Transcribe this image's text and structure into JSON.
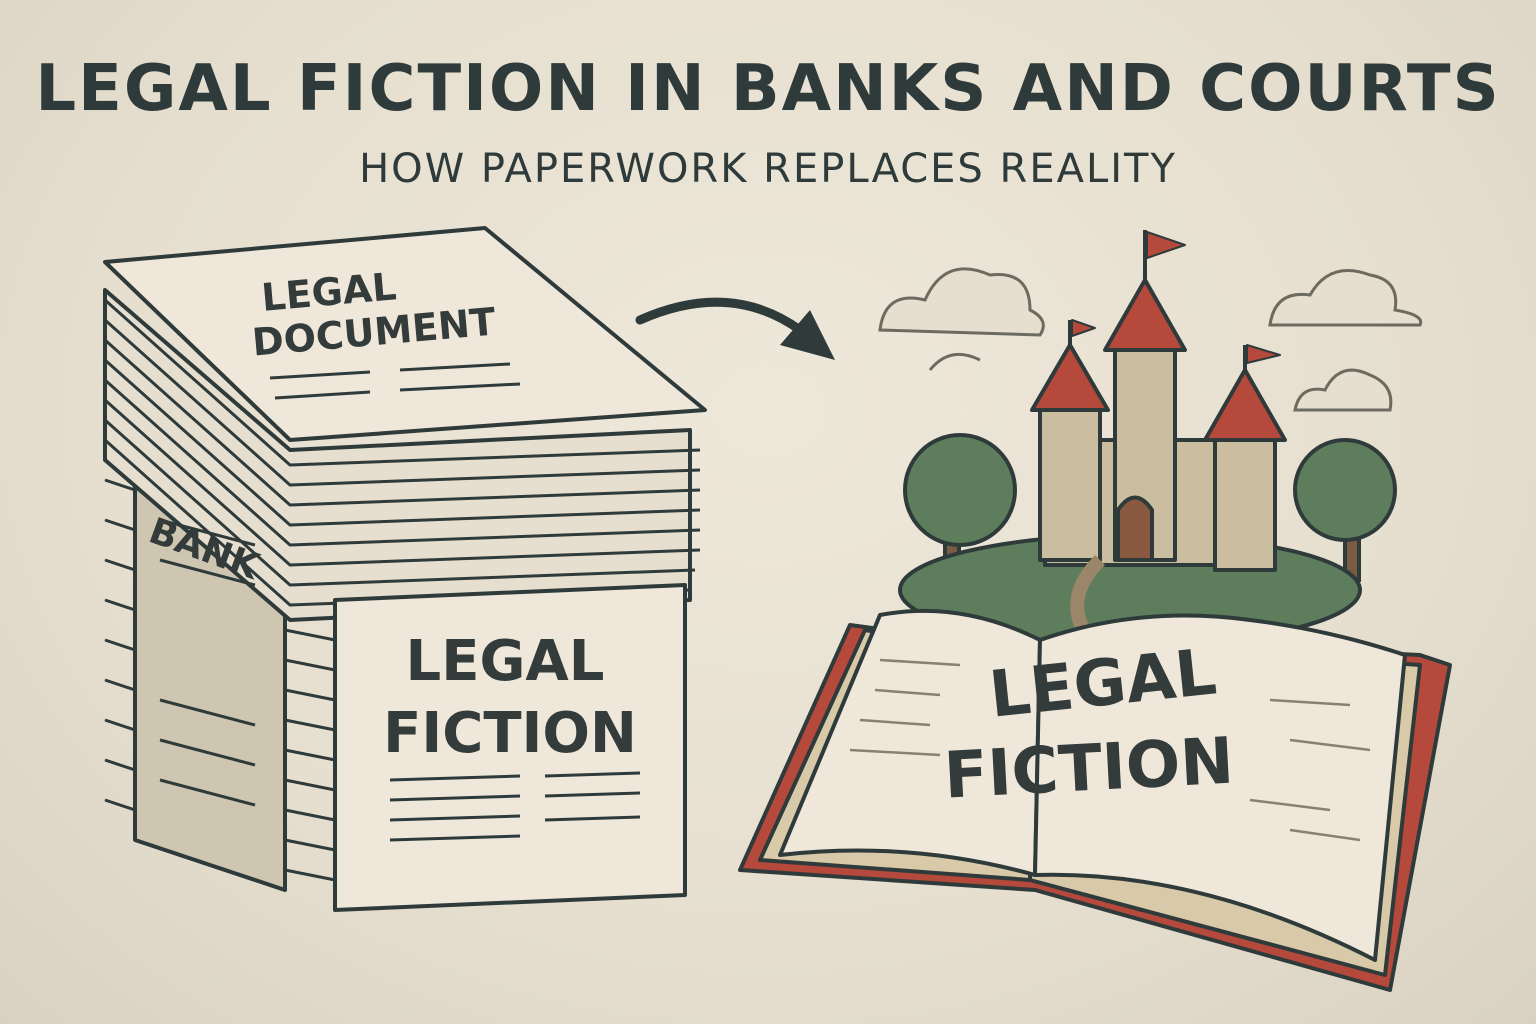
{
  "header": {
    "title": "LEGAL FICTION IN BANKS AND COURTS",
    "subtitle": "HOW PAPERWORK REPLACES REALITY"
  },
  "stack": {
    "top_label_line1": "LEGAL",
    "top_label_line2": "DOCUMENT",
    "side_label": "BANK",
    "front_label_line1": "LEGAL",
    "front_label_line2": "FICTION"
  },
  "book": {
    "label_line1": "LEGAL",
    "label_line2": "FICTION"
  },
  "colors": {
    "ink": "#2f3b3b",
    "paper": "#efe8da",
    "accent_red": "#b5493c",
    "foliage": "#5d7d5c",
    "stone": "#cbbd9f"
  }
}
